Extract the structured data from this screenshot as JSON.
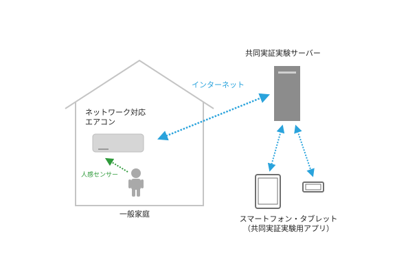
{
  "house": {
    "aircon_label_line1": "ネットワーク対応",
    "aircon_label_line2": "エアコン",
    "household_label": "一般家庭",
    "sensor_label": "人感センサー"
  },
  "server": {
    "label": "共同実証実験サーバー"
  },
  "internet_label": "インターネット",
  "devices": {
    "label_line1": "スマートフォン・タブレット",
    "label_line2": "（共同実証実験用アプリ）"
  },
  "colors": {
    "internet_arrow": "#2aa3dc",
    "sensor_arrow": "#2e9a3a",
    "house_outline": "#c4c4c4",
    "server_fill": "#8c8c8c",
    "device_outline": "#6f6f6f",
    "aircon_fill": "#d6d6d6"
  },
  "icons": {
    "person": "person-icon",
    "server": "server-tower-icon",
    "tablet": "tablet-icon",
    "smartphone": "smartphone-icon",
    "aircon": "air-conditioner-icon"
  }
}
